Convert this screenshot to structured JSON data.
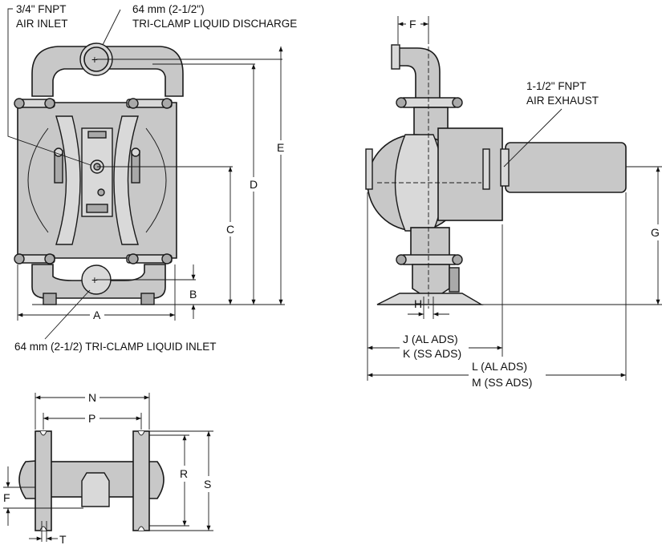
{
  "callouts": {
    "air_inlet_line1": "3/4\" FNPT",
    "air_inlet_line2": "AIR INLET",
    "discharge_line1": "64 mm (2-1/2\")",
    "discharge_line2": "TRI-CLAMP LIQUID DISCHARGE",
    "liquid_inlet": "64 mm (2-1/2) TRI-CLAMP LIQUID INLET",
    "air_exhaust_line1": "1-1/2\" FNPT",
    "air_exhaust_line2": "AIR EXHAUST"
  },
  "dimensions": {
    "A": "A",
    "B": "B",
    "C": "C",
    "D": "D",
    "E": "E",
    "F": "F",
    "G": "G",
    "H": "H",
    "J": "J (AL ADS)",
    "K": "K (SS ADS)",
    "L": "L (AL ADS)",
    "M": "M (SS ADS)",
    "N": "N",
    "P": "P",
    "R": "R",
    "S": "S",
    "F2": "F",
    "T": "T"
  }
}
